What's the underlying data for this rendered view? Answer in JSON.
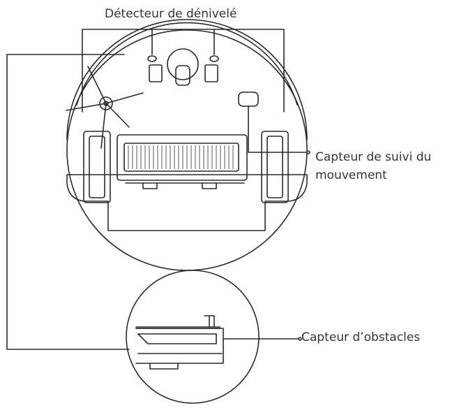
{
  "labels": {
    "cliff_sensor": "Détecteur de dénivelé",
    "motion_sensor_line1": "Capteur de suivi du",
    "motion_sensor_line2": "mouvement",
    "obstacle_sensor": "Capteur d’obstacles"
  },
  "colors": {
    "line": "#2a2a2a",
    "text": "#333333",
    "brush_bristles": "#555555"
  }
}
